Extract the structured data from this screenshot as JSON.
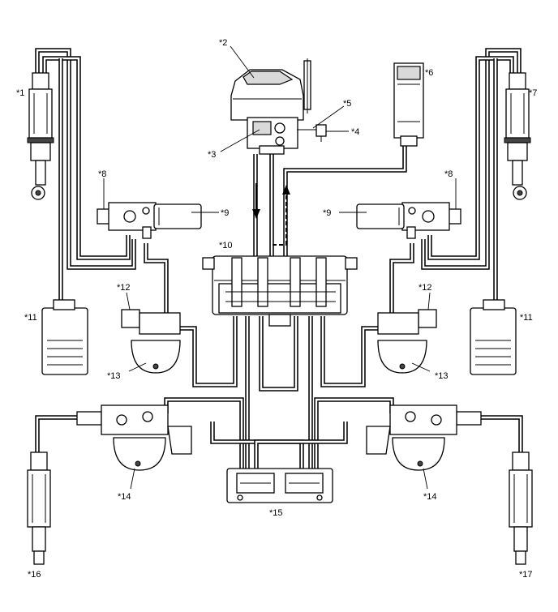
{
  "labels": {
    "l1": "*1",
    "l2": "*2",
    "l3": "*3",
    "l4": "*4",
    "l5": "*5",
    "l6": "*6",
    "l7": "*7",
    "l8a": "*8",
    "l8b": "*8",
    "l9a": "*9",
    "l9b": "*9",
    "l10": "*10",
    "l11a": "*11",
    "l11b": "*11",
    "l12a": "*12",
    "l12b": "*12",
    "l13a": "*13",
    "l13b": "*13",
    "l14a": "*14",
    "l14b": "*14",
    "l15": "*15",
    "l16": "*16",
    "l17": "*17"
  }
}
